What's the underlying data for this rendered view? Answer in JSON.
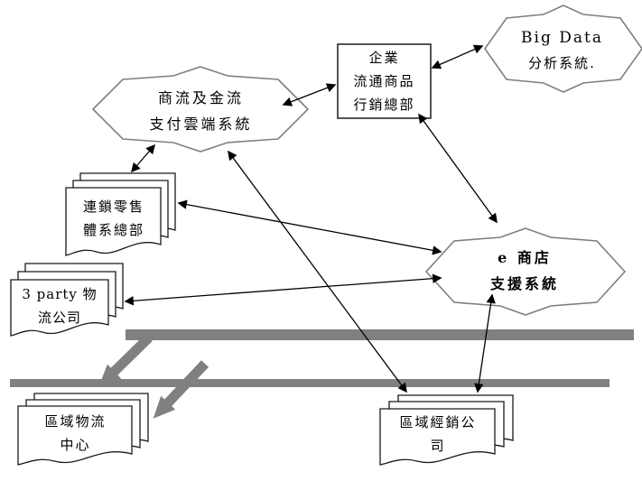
{
  "diagram": {
    "title": "e-commerce logistics and distribution system diagram",
    "colors": {
      "starburst_stroke": "#7f7f7f",
      "document_stroke": "#1a1a1a",
      "rect_stroke": "#1a1a1a",
      "connector": "#000000",
      "gray_band": "#808080",
      "shape_fill": "#ffffff",
      "text": "#000000"
    },
    "nodes": {
      "payment_cloud": {
        "shape": "starburst",
        "lines": [
          "商流及金流",
          "支付雲端系統"
        ]
      },
      "marketing_hq": {
        "shape": "rectangle",
        "lines": [
          "企業",
          "流通商品",
          "行銷總部"
        ]
      },
      "big_data": {
        "shape": "starburst",
        "lines": [
          "Big Data",
          "分析系統."
        ]
      },
      "e_store": {
        "shape": "starburst",
        "lines": [
          "e 商店",
          "支援系統"
        ]
      },
      "chain_retail": {
        "shape": "document-stack",
        "lines": [
          "連鎖零售",
          "體系總部"
        ]
      },
      "third_party_logistics": {
        "shape": "document-stack",
        "lines": [
          "3 party 物",
          "流公司"
        ]
      },
      "regional_logistics_center": {
        "shape": "document-stack",
        "lines": [
          "區域物流",
          "中心"
        ]
      },
      "regional_dealer": {
        "shape": "document-stack",
        "lines": [
          "區域經銷公",
          "司"
        ]
      }
    },
    "edges": [
      {
        "from": "payment_cloud",
        "to": "marketing_hq",
        "arrows": "both"
      },
      {
        "from": "marketing_hq",
        "to": "big_data",
        "arrows": "both"
      },
      {
        "from": "marketing_hq",
        "to": "e_store",
        "arrows": "both"
      },
      {
        "from": "payment_cloud",
        "to": "chain_retail",
        "arrows": "both"
      },
      {
        "from": "payment_cloud",
        "to": "regional_dealer",
        "arrows": "both"
      },
      {
        "from": "e_store",
        "to": "chain_retail",
        "arrows": "both"
      },
      {
        "from": "e_store",
        "to": "third_party_logistics",
        "arrows": "both"
      },
      {
        "from": "e_store",
        "to": "regional_dealer",
        "arrows": "both"
      }
    ],
    "gray_flow": {
      "bands": 2,
      "arrows": [
        {
          "desc": "from upper band down-left to lower band"
        },
        {
          "desc": "between bands down-left into regional logistics center"
        }
      ]
    }
  }
}
